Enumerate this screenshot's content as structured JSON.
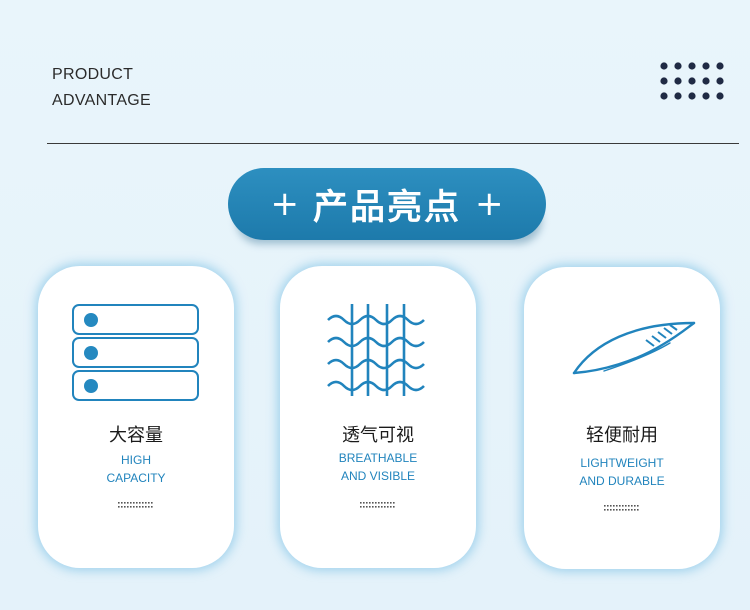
{
  "header": {
    "line1": "PRODUCT",
    "line2": "ADVANTAGE"
  },
  "banner": {
    "plus_left": "+",
    "title": "产品亮点",
    "plus_right": "+"
  },
  "cards": [
    {
      "title_zh": "大容量",
      "line1": "HIGH",
      "line2": "CAPACITY",
      "icon": "storage-layers-icon"
    },
    {
      "title_zh": "透气可视",
      "line1": "BREATHABLE",
      "line2": "AND VISIBLE",
      "icon": "mesh-fabric-icon"
    },
    {
      "title_zh": "轻便耐用",
      "line1": "LIGHTWEIGHT",
      "line2": "AND DURABLE",
      "icon": "feather-icon"
    }
  ],
  "colors": {
    "accent": "#2184bd",
    "banner": "#2489bb",
    "background": "#e6f3fa",
    "dots": "#1f2a44"
  }
}
